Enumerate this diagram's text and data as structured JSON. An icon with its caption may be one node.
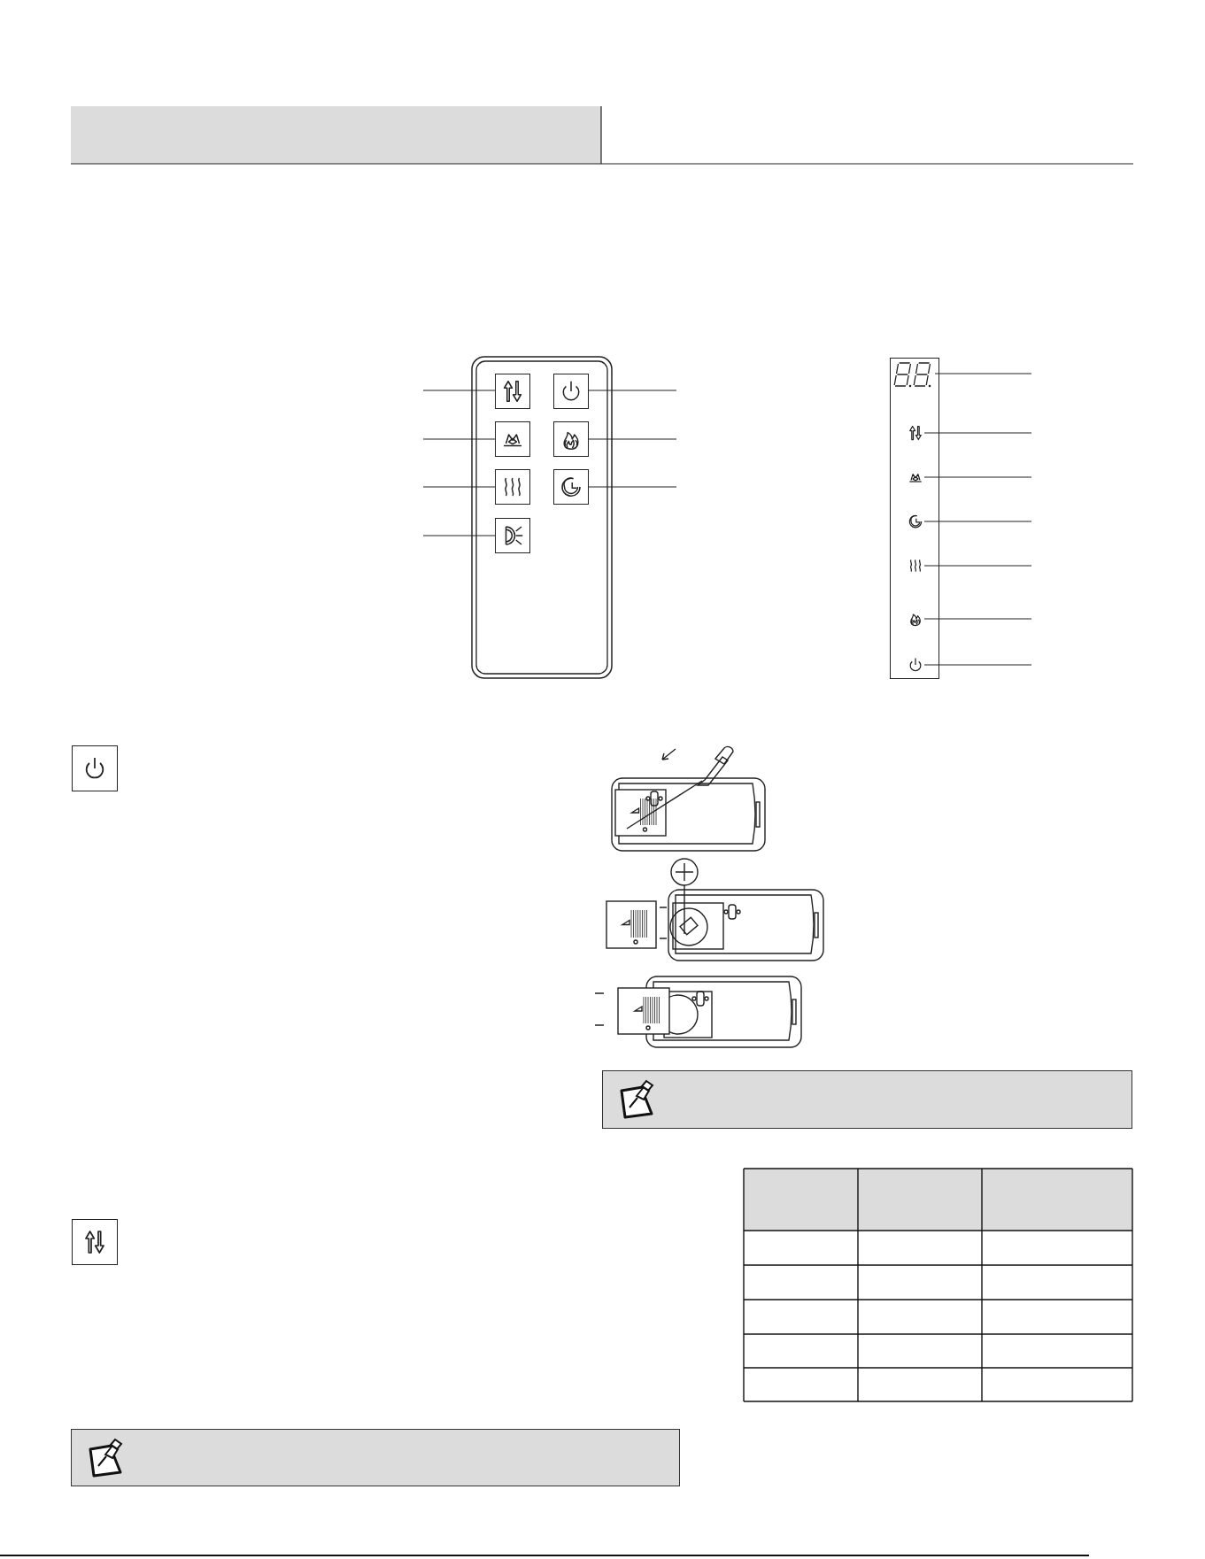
{
  "diagram": {
    "nodes": [
      {
        "text": [],
        "shape": "box"
      },
      {
        "text": [],
        "shape": "box"
      },
      {
        "text": [],
        "shape": "box"
      },
      {
        "text": [],
        "shape": "box"
      },
      {
        "text": [],
        "shape": "box"
      },
      {
        "text": [],
        "shape": "box"
      },
      {
        "text": [],
        "shape": "box"
      },
      {
        "text": [],
        "shape": "display"
      },
      {
        "text": [],
        "shape": "icon"
      },
      {
        "text": [],
        "shape": "icon"
      },
      {
        "text": [],
        "shape": "icon"
      },
      {
        "text": [],
        "shape": "icon"
      },
      {
        "text": [],
        "shape": "icon"
      },
      {
        "text": [],
        "shape": "icon"
      }
    ],
    "edges": [
      {
        "from": null,
        "to": 0,
        "arrow": "none"
      },
      {
        "from": null,
        "to": 1,
        "arrow": "none"
      },
      {
        "from": null,
        "to": 2,
        "arrow": "none"
      },
      {
        "from": null,
        "to": 3,
        "arrow": "none"
      },
      {
        "from": null,
        "to": 4,
        "arrow": "none"
      },
      {
        "from": null,
        "to": 5,
        "arrow": "none"
      },
      {
        "from": null,
        "to": 6,
        "arrow": "none"
      },
      {
        "from": null,
        "to": 7,
        "arrow": "none"
      },
      {
        "from": null,
        "to": 8,
        "arrow": "none"
      },
      {
        "from": null,
        "to": 9,
        "arrow": "none"
      },
      {
        "from": null,
        "to": 10,
        "arrow": "none"
      },
      {
        "from": null,
        "to": 11,
        "arrow": "none"
      },
      {
        "from": null,
        "to": 12,
        "arrow": "none"
      },
      {
        "from": null,
        "to": 13,
        "arrow": "none"
      }
    ]
  }
}
